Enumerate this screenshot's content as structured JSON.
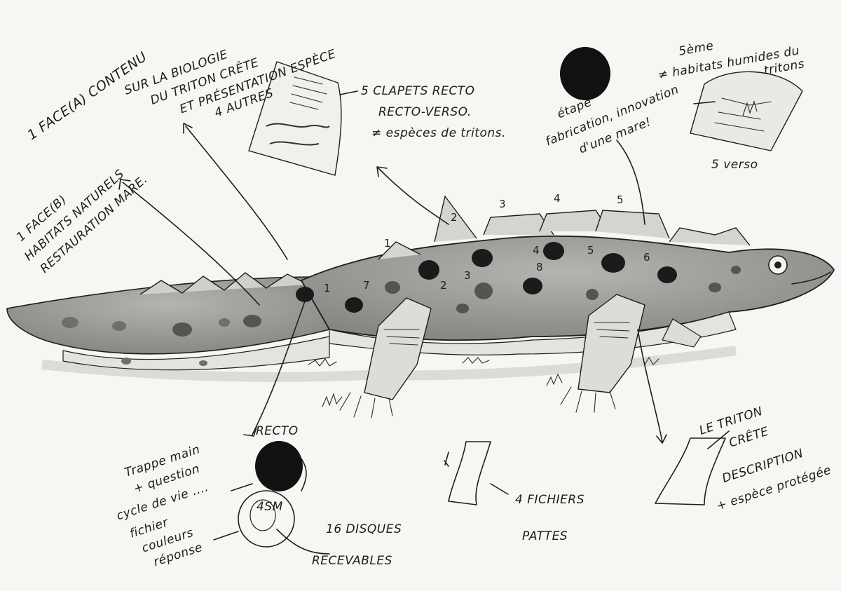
{
  "annotations": {
    "face_a": [
      "1 FACE(A) CONTENU",
      "SUR LA BIOLOGIE",
      "DU TRITON CRÊTE",
      "ET PRÉSENTATION ESPÈCE",
      "4 AUTRES"
    ],
    "face_b": [
      "1 FACE(B)",
      "HABITATS NATURELS",
      "RESTAURATION MARE."
    ],
    "clapets": [
      "5 CLAPETS RECTO",
      "RECTO-VERSO.",
      "≠ espèces de tritons."
    ],
    "habitats": [
      "5ème",
      "≠ habitats humides du",
      "tritons"
    ],
    "etape": [
      "étape",
      "fabrication, innovation",
      "d'une mare!"
    ],
    "verso": "5 verso",
    "recto": "RECTO",
    "trappe": [
      "Trappe main",
      "+ question",
      "cycle de vie ....",
      "fichier",
      "couleurs",
      "réponse"
    ],
    "disc_label": "4SM",
    "disques": [
      "16 DISQUES",
      "RECEVABLES"
    ],
    "fichiers": [
      "4 FICHIERS",
      "PATTES"
    ],
    "le_triton": [
      "LE TRITON",
      "CRÊTE",
      "DESCRIPTION",
      "+ espèce protégée"
    ]
  },
  "crest_numbers": [
    "1",
    "2",
    "3",
    "4",
    "5"
  ],
  "spot_numbers": [
    "1",
    "2",
    "3",
    "4",
    "5",
    "6",
    "7",
    "8"
  ],
  "colors": {
    "ink": "#1e1e1e",
    "body": "#9b9b97",
    "belly": "#e4e3dd",
    "spot": "#3a3a38",
    "disc": "#111111"
  }
}
